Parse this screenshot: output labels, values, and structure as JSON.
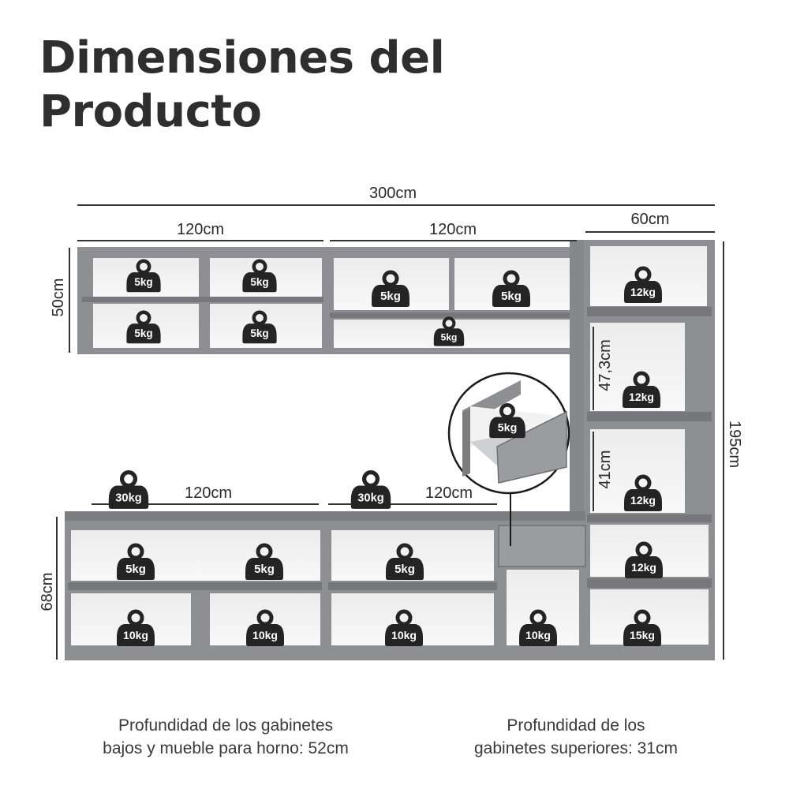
{
  "title": {
    "line1": "Dimensiones del",
    "line2": "Producto"
  },
  "dimensions": {
    "total_width": "300cm",
    "upper_left_width": "120cm",
    "upper_mid_width": "120cm",
    "tower_width": "60cm",
    "upper_height": "50cm",
    "lower_left_width": "120cm",
    "lower_mid_width": "120cm",
    "lower_height": "68cm",
    "tower_height": "195cm",
    "tower_upper_gap": "47,3cm",
    "tower_lower_gap": "41cm"
  },
  "weights": {
    "upper_left": [
      "5kg",
      "5kg",
      "5kg",
      "5kg"
    ],
    "upper_mid": [
      "5kg",
      "5kg",
      "5kg"
    ],
    "tower": [
      "12kg",
      "12kg",
      "12kg",
      "12kg",
      "15kg"
    ],
    "countertop": [
      "30kg",
      "30kg"
    ],
    "lower_left": [
      "5kg",
      "5kg",
      "10kg",
      "10kg"
    ],
    "lower_mid": [
      "5kg",
      "10kg"
    ],
    "oven_cabinet": [
      "10kg"
    ],
    "drawer_detail": "5kg"
  },
  "footer": {
    "lower_depth_line1": "Profundidad de los gabinetes",
    "lower_depth_line2": "bajos y mueble para horno: 52cm",
    "upper_depth_line1": "Profundidad de los",
    "upper_depth_line2": "gabinetes superiores: 31cm"
  },
  "colors": {
    "cabinet": "#8d8f92",
    "shelf": "#6f7174",
    "weight": "#242424",
    "line": "#333333"
  }
}
